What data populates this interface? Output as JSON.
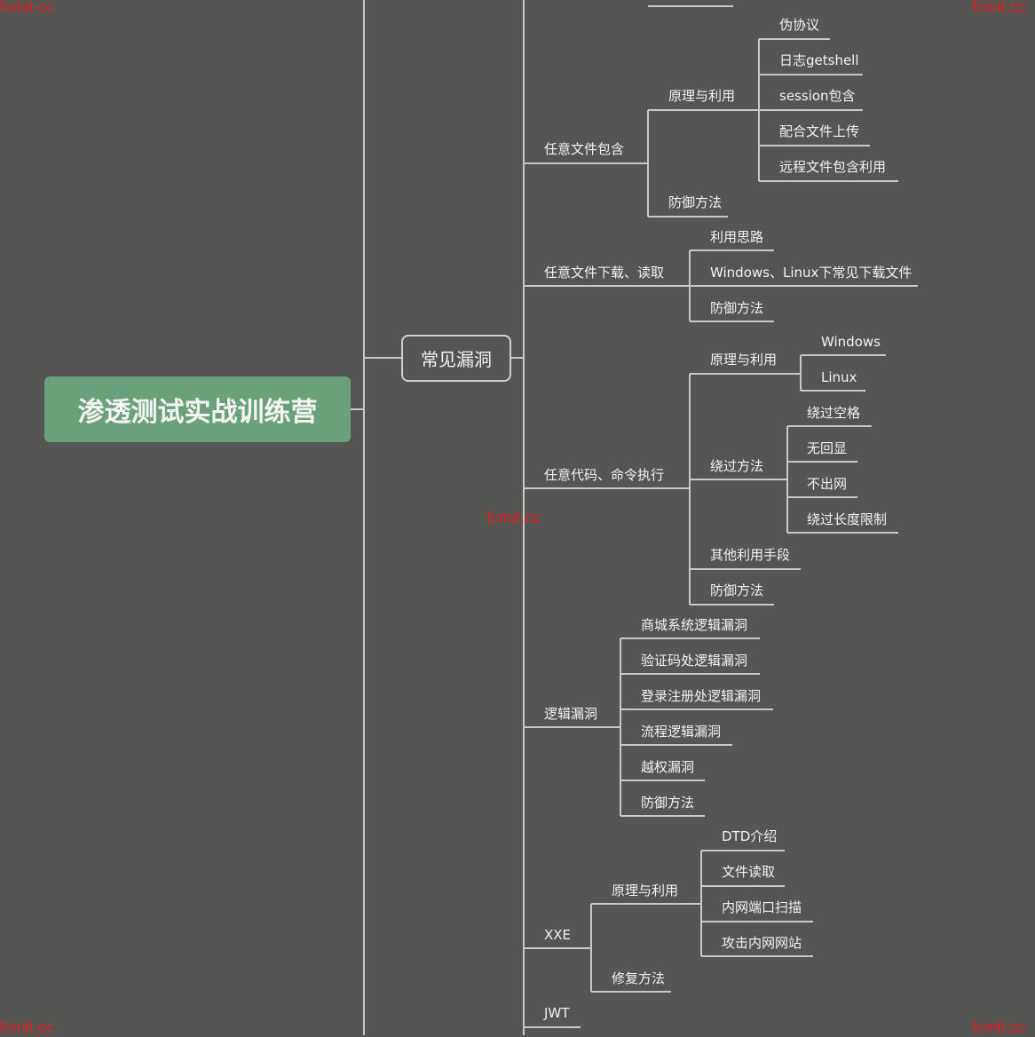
{
  "root": "渗透测试实战训练营",
  "level1": "常见漏洞",
  "watermark": "fcmit.cc",
  "line_color": "#c8c8c8",
  "root_color": "#6aa07a",
  "file_include": {
    "label": "任意文件包含",
    "principle": "原理与利用",
    "items": [
      "伪协议",
      "日志getshell",
      "session包含",
      "配合文件上传",
      "远程文件包含利用"
    ],
    "defense": "防御方法"
  },
  "file_download": {
    "label": "任意文件下载、读取",
    "items": [
      "利用思路",
      "Windows、Linux下常见下载文件",
      "防御方法"
    ]
  },
  "rce": {
    "label": "任意代码、命令执行",
    "principle": "原理与利用",
    "principle_items": [
      "Windows",
      "Linux"
    ],
    "bypass": "绕过方法",
    "bypass_items": [
      "绕过空格",
      "无回显",
      "不出网",
      "绕过长度限制"
    ],
    "other": "其他利用手段",
    "defense": "防御方法"
  },
  "logic": {
    "label": "逻辑漏洞",
    "items": [
      "商城系统逻辑漏洞",
      "验证码处逻辑漏洞",
      "登录注册处逻辑漏洞",
      "流程逻辑漏洞",
      "越权漏洞",
      "防御方法"
    ]
  },
  "xxe": {
    "label": "XXE",
    "principle": "原理与利用",
    "items": [
      "DTD介绍",
      "文件读取",
      "内网端口扫描",
      "攻击内网网站"
    ],
    "fix": "修复方法"
  },
  "jwt": {
    "label": "JWT"
  }
}
